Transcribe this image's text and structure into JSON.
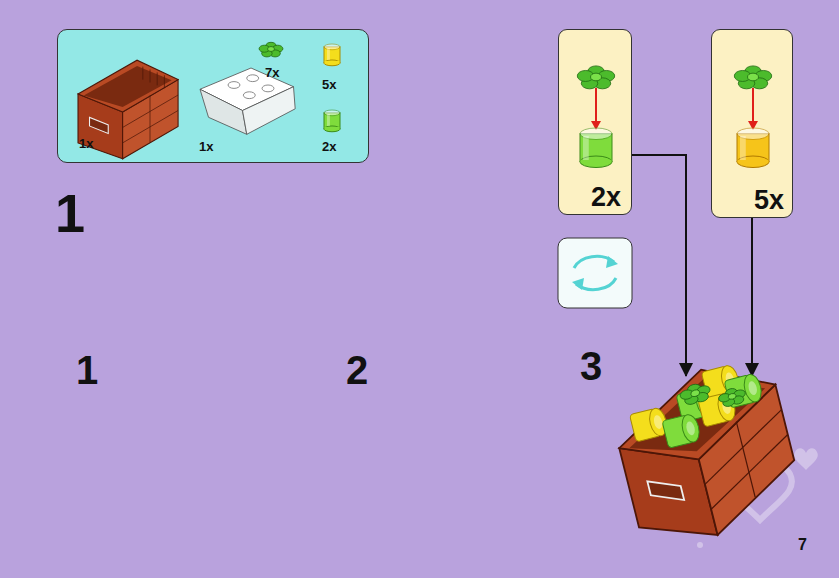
{
  "diagram": {
    "nodes": [
      {
        "text": [
          "1x",
          "1x",
          "7x",
          "5x",
          "2x"
        ]
      },
      {
        "text": [
          "2x"
        ]
      },
      {
        "text": [
          "5x"
        ]
      },
      {
        "text": [
          "3"
        ]
      }
    ],
    "edges": [
      {
        "from": 1,
        "to": 3,
        "arrow": "to"
      },
      {
        "from": 2,
        "to": 3,
        "arrow": "to"
      }
    ],
    "labels": [
      "1",
      "1",
      "2",
      "7"
    ]
  }
}
